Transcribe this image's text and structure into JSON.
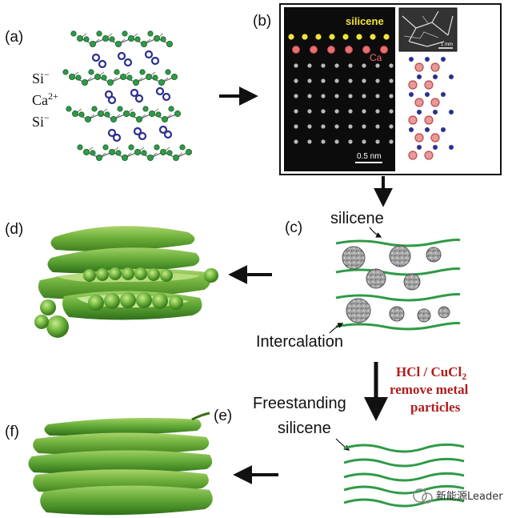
{
  "panel_labels": {
    "a": "(a)",
    "b": "(b)",
    "c": "(c)",
    "d": "(d)",
    "e": "(e)",
    "f": "(f)"
  },
  "panel_a": {
    "ion_1": "Si",
    "ion_1_sup": "−",
    "ion_2": "Ca",
    "ion_2_sup": "2+",
    "ion_3": "Si",
    "ion_3_sup": "−"
  },
  "panel_b": {
    "silicene_label": "silicene",
    "ca_label": "Ca",
    "scale_bar": "0.5 nm",
    "inset_scale": "1 mm"
  },
  "panel_c": {
    "silicene_label": "silicene",
    "intercalation_label": "Intercalation"
  },
  "process": {
    "line_1": "HCl / CuCl",
    "line_1_sub": "2",
    "line_2": "remove metal",
    "line_3": "particles"
  },
  "panel_e": {
    "line_1": "Freestanding",
    "line_2": "silicene"
  },
  "watermark": "新能源Leader",
  "colors": {
    "silicon": "#2f9a47",
    "calcium": "#2b2f8f",
    "process_text": "#b01c1c",
    "pea_green": "#4f9a2a",
    "stem_dark": "#141414"
  }
}
